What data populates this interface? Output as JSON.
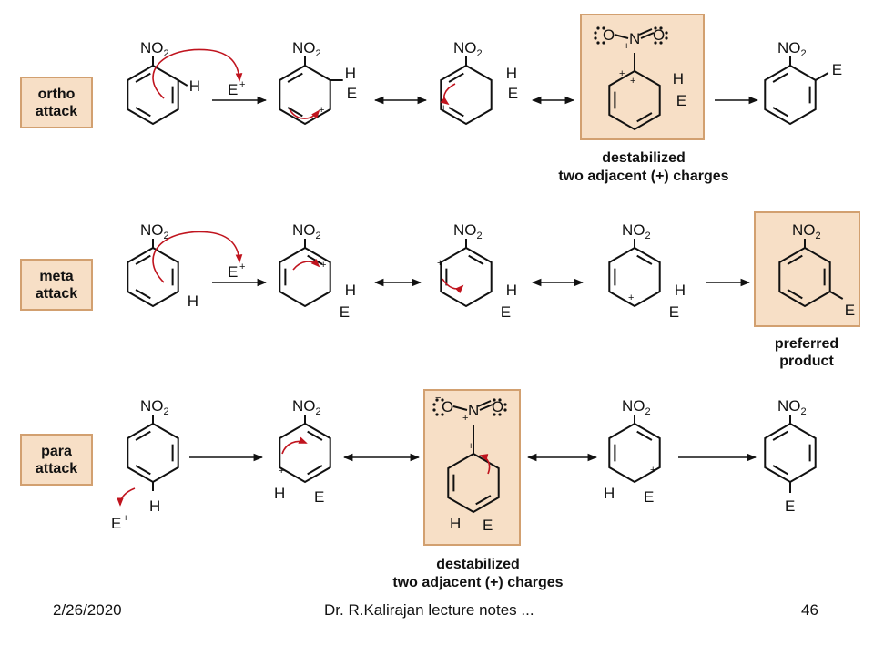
{
  "colors": {
    "box_fill": "#f7dfc6",
    "box_stroke": "#d2a070",
    "curved_arrow": "#c0141e",
    "ink": "#111111"
  },
  "labels": {
    "nitro_group": "NO",
    "nitro_sub": "2",
    "electrophile": "E",
    "hydrogen": "H",
    "plus": "+",
    "nitrogen": "N",
    "oxygen": "O"
  },
  "rows": [
    {
      "id": "ortho",
      "label_line1": "ortho",
      "label_line2": "attack",
      "caption_line1": "destabilized",
      "caption_line2": "two adjacent (+) charges"
    },
    {
      "id": "meta",
      "label_line1": "meta",
      "label_line2": "attack",
      "caption_line1": "preferred",
      "caption_line2": "product"
    },
    {
      "id": "para",
      "label_line1": "para",
      "label_line2": "attack",
      "caption_line1": "destabilized",
      "caption_line2": "two adjacent (+) charges"
    }
  ],
  "footer": {
    "date": "2/26/2020",
    "author": "Dr. R.Kalirajan lecture notes ...",
    "page": "46"
  }
}
